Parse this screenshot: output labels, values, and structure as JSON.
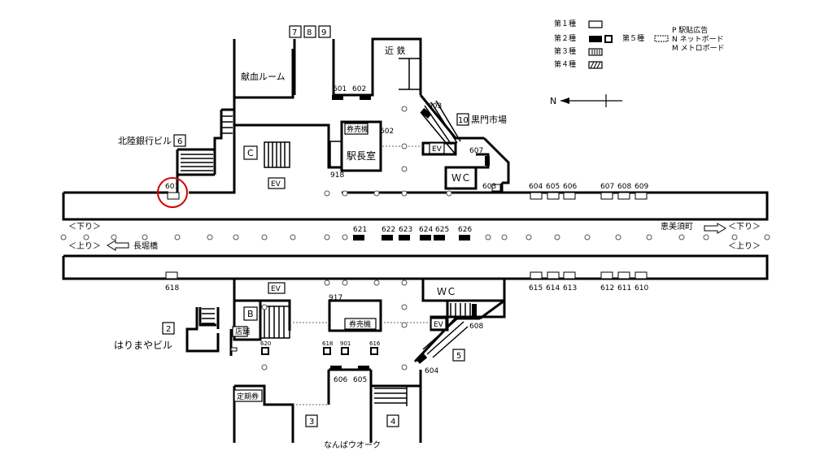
{
  "legend": {
    "type1": "第１種",
    "type2": "第２種",
    "type3": "第３種",
    "type4": "第４種",
    "type5": "第５種",
    "p": "P 駅貼広告",
    "n": "N ネットボード",
    "m": "M メトロボード",
    "north": "N"
  },
  "exits": {
    "e2": "2",
    "e3": "3",
    "e4": "4",
    "e5": "5",
    "e6": "6",
    "e7": "7",
    "e8": "8",
    "e9": "9",
    "e10": "10"
  },
  "places": {
    "blood": "献血ルーム",
    "kintetsu": "近 鉄",
    "kuromon": "黒門市場",
    "hokuriku": "北陸銀行ビル",
    "harimaya": "はりまやビル",
    "namba_walk": "なんばウオーク",
    "station_office": "駅長室",
    "ticket_north": "券売機",
    "ticket_south": "券売機",
    "teikiken": "定期券",
    "shop": "店舗",
    "c": "C",
    "b": "B",
    "ev": "EV",
    "wc": "ＷＣ"
  },
  "directions": {
    "down_left": "＜下り＞",
    "up_left": "＜上り＞",
    "nagahori": "長堀橋",
    "ebisu": "恵美須町",
    "down_right": "＜下り＞",
    "up_right": "＜上り＞"
  },
  "ad_labels": {
    "a601": "601",
    "a602": "602",
    "a603": "603",
    "a607": "607",
    "a603b": "603",
    "a602b": "602",
    "a918": "918",
    "a601p": "601",
    "a604": "604",
    "a605": "605",
    "a606": "606",
    "a607b": "607",
    "a608": "608",
    "a609": "609",
    "a621": "621",
    "a622": "622",
    "a623": "623",
    "a624": "624",
    "a625": "625",
    "a626": "626",
    "a618": "618",
    "a615": "615",
    "a614": "614",
    "a613": "613",
    "a612": "612",
    "a611": "611",
    "a610": "610",
    "a917": "917",
    "a608b": "608",
    "a620": "620",
    "a618b": "618",
    "a901": "901",
    "a616": "616",
    "a606b": "606",
    "a605b": "605",
    "a604b": "604"
  },
  "colors": {
    "highlight": "#d00000"
  }
}
